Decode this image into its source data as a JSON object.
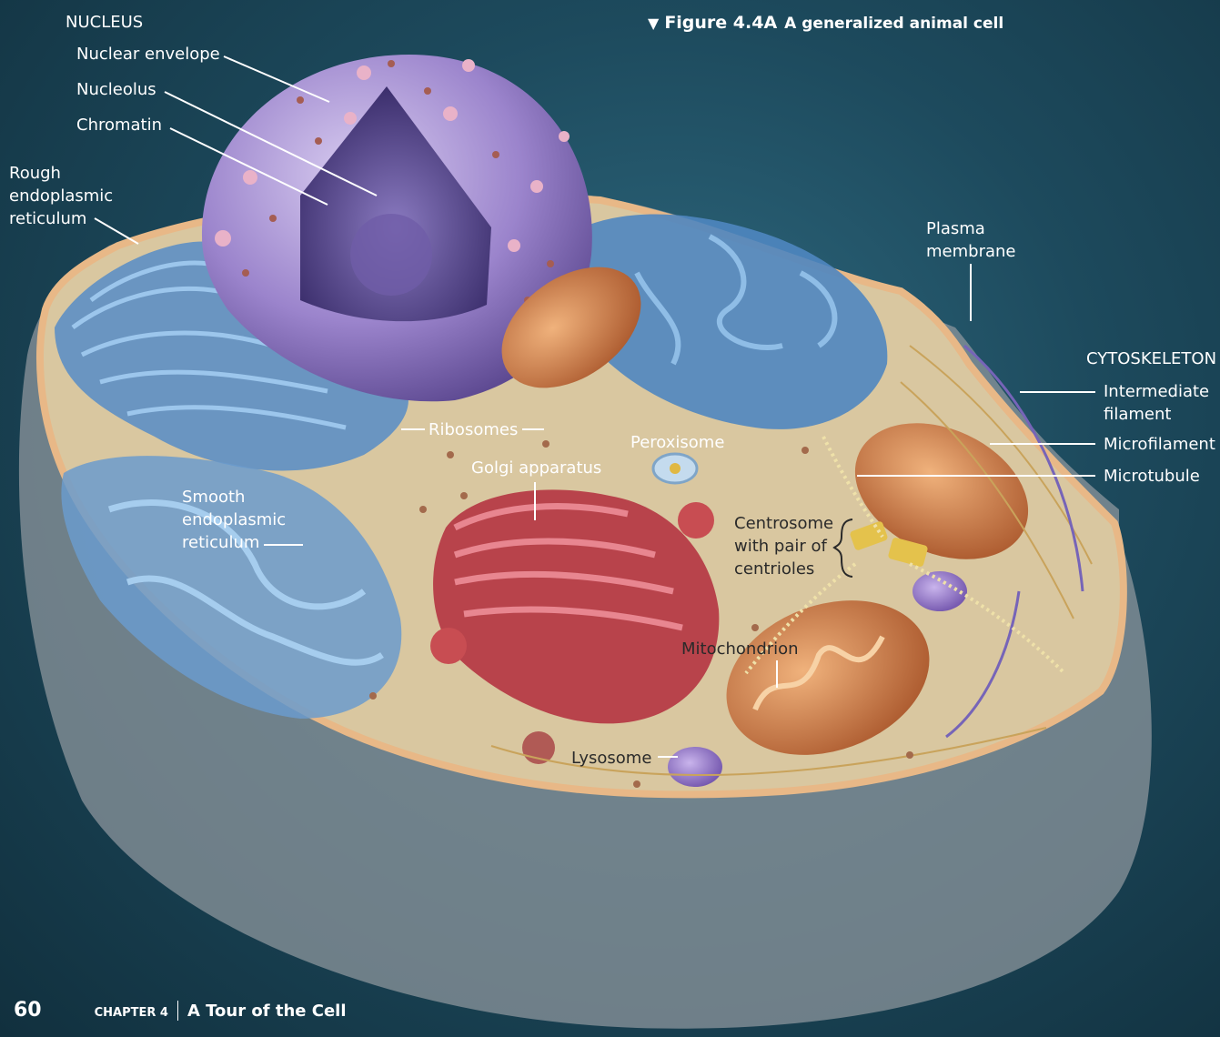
{
  "figure": {
    "number": "Figure 4.4A",
    "title": "A generalized animal cell"
  },
  "labels": {
    "nucleus_heading": "NUCLEUS",
    "nuclear_envelope": "Nuclear envelope",
    "nucleolus": "Nucleolus",
    "chromatin": "Chromatin",
    "rough_er": "Rough\nendoplasmic\nreticulum",
    "ribosomes": "Ribosomes",
    "peroxisome": "Peroxisome",
    "golgi": "Golgi apparatus",
    "smooth_er": "Smooth\nendoplasmic\nreticulum",
    "plasma_membrane": "Plasma\nmembrane",
    "cytoskeleton_heading": "CYTOSKELETON",
    "intermediate_filament": "Intermediate\nfilament",
    "microfilament": "Microfilament",
    "microtubule": "Microtubule",
    "centrosome": "Centrosome\nwith pair of\ncentrioles",
    "mitochondrion": "Mitochondrion",
    "lysosome": "Lysosome"
  },
  "footer": {
    "page_number": "60",
    "chapter": "CHAPTER 4",
    "chapter_title": "A Tour of the Cell"
  },
  "colors": {
    "background": "#1d4a5d",
    "membrane": "#e8b887",
    "cytoplasm": "#d9c7a0",
    "nucleus": "#8f78c4",
    "er": "#5d8fc4",
    "golgi": "#b8434b",
    "mitochondrion": "#c9753c"
  }
}
